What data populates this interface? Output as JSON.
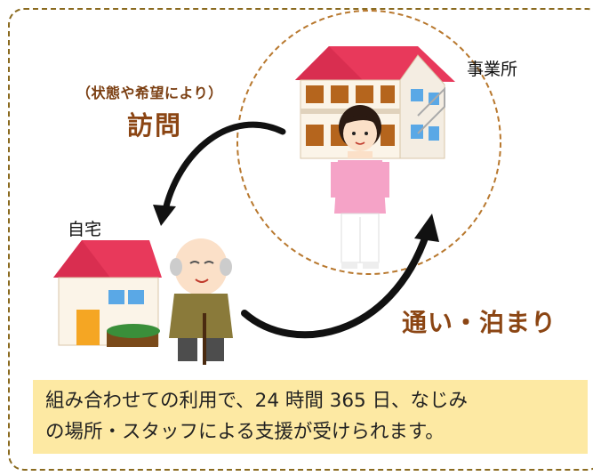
{
  "labels": {
    "office": "事業所",
    "home": "自宅",
    "visit_sub": "（状態や希望により）",
    "visit_main": "訪問",
    "commute": "通い・泊まり"
  },
  "caption": {
    "line1": "組み合わせての利用で、24 時間 365 日、なじみ",
    "line2": "の場所・スタッフによる支援が受けられます。"
  },
  "colors": {
    "frame": "#8a6a1f",
    "roof": "#e8395b",
    "caption_bg": "#fde9a3",
    "label_brown": "#8b4513",
    "staff_uniform": "#f5a3c7"
  },
  "icons": [
    "office-building-icon",
    "care-staff-icon",
    "house-icon",
    "elderly-man-icon",
    "visit-arrow-icon",
    "commute-arrow-icon"
  ]
}
